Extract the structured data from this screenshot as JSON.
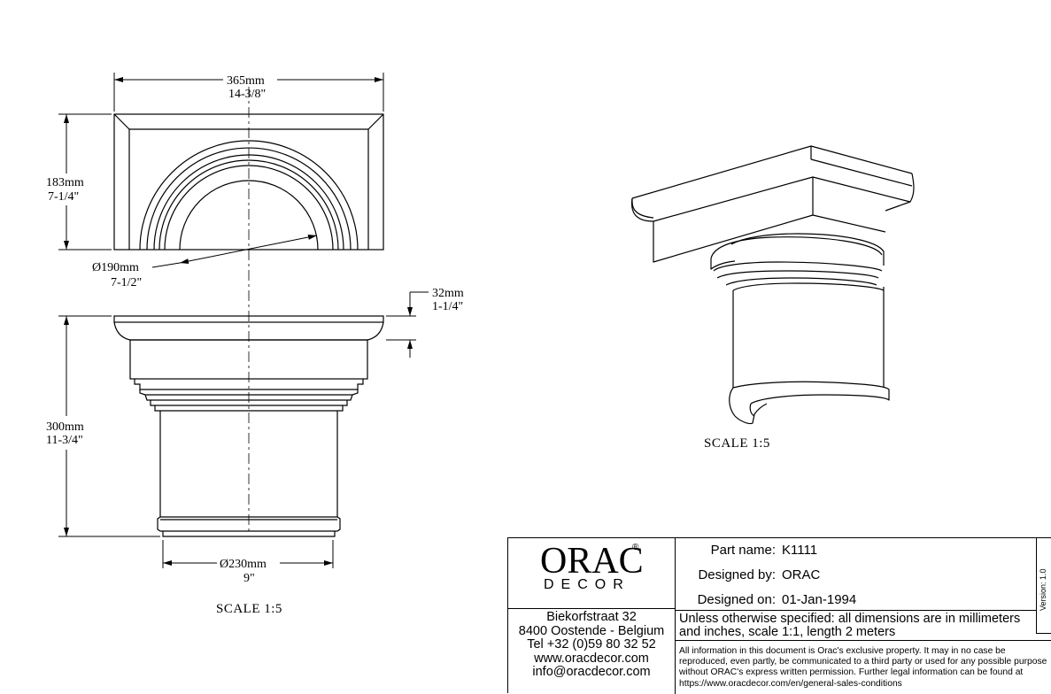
{
  "dimensions": {
    "width_mm": "365mm",
    "width_in": "14-3/8\"",
    "depth_mm": "183mm",
    "depth_in": "7-1/4\"",
    "inner_dia_mm": "190mm",
    "inner_dia_in": "7-1/2\"",
    "abacus_mm": "32mm",
    "abacus_in": "1-1/4\"",
    "height_mm": "300mm",
    "height_in": "11-3/4\"",
    "base_dia_mm": "230mm",
    "base_dia_in": "9\""
  },
  "diameter_symbol": "Ø",
  "scale_front": "SCALE  1:5",
  "scale_iso": "SCALE  1:5",
  "title_block": {
    "logo_name": "ORAC",
    "logo_registered": "®",
    "logo_sub": "DECOR",
    "address": [
      "Biekorfstraat 32",
      "8400 Oostende - Belgium",
      "Tel  +32 (0)59 80 32 52",
      "www.oracdecor.com",
      "info@oracdecor.com"
    ],
    "fields": [
      {
        "label": "Part name:",
        "value": "K1111"
      },
      {
        "label": "Designed by:",
        "value": "ORAC"
      },
      {
        "label": "Designed on:",
        "value": "01-Jan-1994"
      }
    ],
    "version": "Version: 1.0",
    "spec": "Unless otherwise specified: all dimensions are in millimeters and inches, scale 1:1, length 2 meters",
    "legal": "All information in this document is Orac's exclusive property.  It may in no case be reproduced, even partly, be communicated to a third party or used for any possible purpose without ORAC's express written permission. Further legal information can be found at https://www.oracdecor.com/en/general-sales-conditions"
  }
}
